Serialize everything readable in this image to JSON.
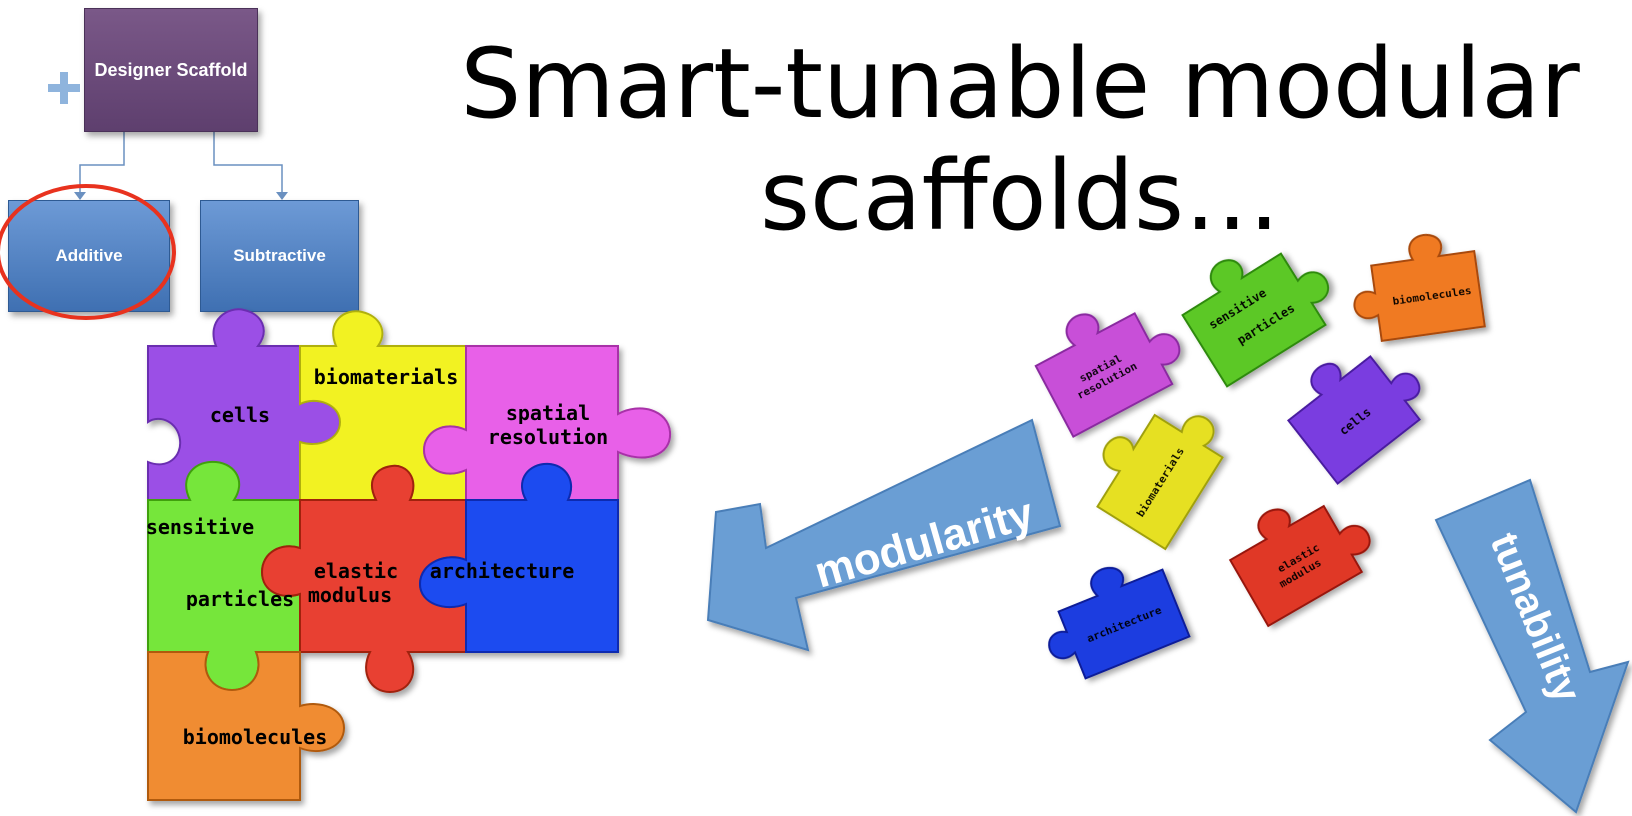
{
  "title": {
    "line1": "Smart-tunable modular",
    "line2": "scaffolds…"
  },
  "tree": {
    "root": "Designer Scaffold",
    "children": [
      "Additive",
      "Subtractive"
    ],
    "highlighted": "Additive"
  },
  "puzzle_assembled": {
    "pieces": [
      {
        "label": "cells",
        "color": "#9b4fe6"
      },
      {
        "label": "biomaterials",
        "color": "#f2f224"
      },
      {
        "label": "spatial",
        "label2": "resolution",
        "color": "#e860e8"
      },
      {
        "label": "sensitive",
        "label2": "particles",
        "color": "#76e63a"
      },
      {
        "label": "elastic",
        "label2": "modulus",
        "color": "#e84030"
      },
      {
        "label": "architecture",
        "color": "#1a4cf0"
      },
      {
        "label": "biomolecules",
        "color": "#f08c30"
      }
    ]
  },
  "puzzle_scattered": {
    "pieces": [
      {
        "label": "spatial",
        "label2": "resolution",
        "color": "#c84fd8"
      },
      {
        "label": "sensitive",
        "label2": "particles",
        "color": "#5cc826"
      },
      {
        "label": "biomolecules",
        "color": "#f07a20"
      },
      {
        "label": "cells",
        "color": "#7a3ee0"
      },
      {
        "label": "biomaterials",
        "color": "#e6e020"
      },
      {
        "label": "elastic",
        "label2": "modulus",
        "color": "#e03828"
      },
      {
        "label": "architecture",
        "color": "#1a3ce0"
      }
    ]
  },
  "arrows": {
    "modularity": "modularity",
    "tunability": "tunability"
  },
  "colors": {
    "arrow_fill": "#6a9ed4",
    "highlight_ring": "#e8321e",
    "designer_box": "#6a4a7a",
    "child_box": "#5484c4"
  }
}
